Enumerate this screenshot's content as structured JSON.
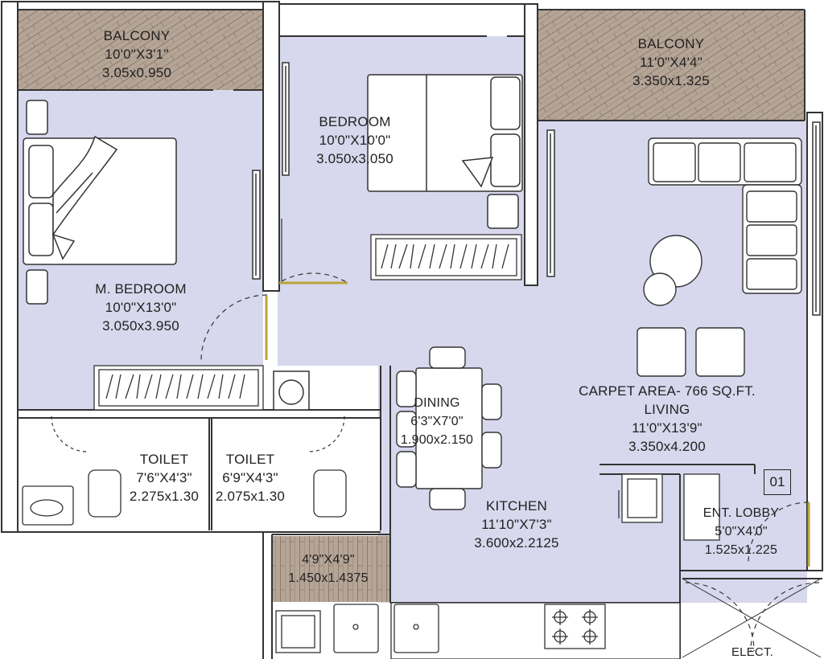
{
  "colors": {
    "floor": "#d7d7ed",
    "balcony": "#b5a597",
    "wall": "#333333",
    "white": "#ffffff"
  },
  "rooms": {
    "balcony_left": {
      "name": "BALCONY",
      "imperial": "10'0\"X3'1\"",
      "metric": "3.05x0.950"
    },
    "bedroom": {
      "name": "BEDROOM",
      "imperial": "10'0\"X10'0\"",
      "metric": "3.050x3.050"
    },
    "balcony_right": {
      "name": "BALCONY",
      "imperial": "11'0\"X4'4\"",
      "metric": "3.350x1.325"
    },
    "master_bedroom": {
      "name": "M. BEDROOM",
      "imperial": "10'0\"X13'0\"",
      "metric": "3.050x3.950"
    },
    "dining": {
      "name": "DINING",
      "imperial": "6'3\"X7'0\"",
      "metric": "1.900x2.150"
    },
    "living": {
      "area": "CARPET AREA- 766 SQ.FT.",
      "name": "LIVING",
      "imperial": "11'0\"X13'9\"",
      "metric": "3.350x4.200"
    },
    "toilet_left": {
      "name": "TOILET",
      "imperial": "7'6\"X4'3\"",
      "metric": "2.275x1.30"
    },
    "toilet_right": {
      "name": "TOILET",
      "imperial": "6'9\"X4'3\"",
      "metric": "2.075x1.30"
    },
    "kitchen": {
      "name": "KITCHEN",
      "imperial": "11'10\"X7'3\"",
      "metric": "3.600x2.2125"
    },
    "utility": {
      "imperial": "4'9\"X4'9\"",
      "metric": "1.450x1.4375"
    },
    "entrance": {
      "name": "ENT. LOBBY",
      "imperial": "5'0\"X4'0\"",
      "metric": "1.525x1.225"
    },
    "elect": {
      "name": "ELECT."
    }
  },
  "unit_tag": "01",
  "icons": [
    "door-swing-icon",
    "double-bed-icon",
    "sofa-icon",
    "round-table-icon",
    "dining-table-icon",
    "wardrobe-icon",
    "wash-basin-icon",
    "wc-icon",
    "kitchen-sink-icon",
    "gas-hob-icon"
  ]
}
